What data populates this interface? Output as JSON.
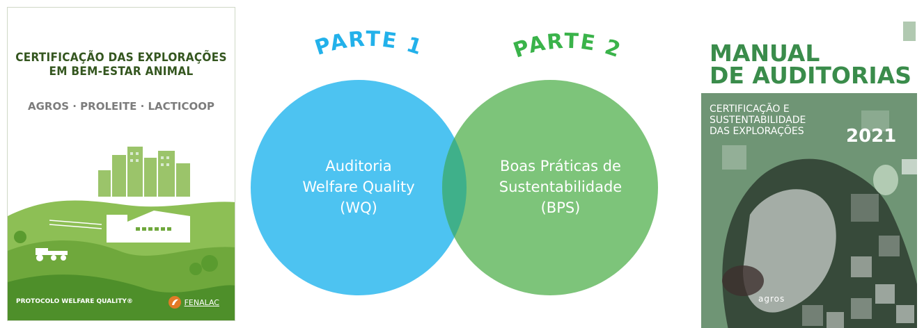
{
  "left_cover": {
    "title_line1": "CERTIFICAÇÃO DAS EXPLORAÇÕES",
    "title_line2": "EM BEM-ESTAR ANIMAL",
    "subtitle": "AGROS · PROLEITE · LACTICOOP",
    "footer": "PROTOCOLO WELFARE QUALITY®",
    "partner_logo_text": "FENALAC",
    "colors": {
      "title": "#34561f",
      "subtitle": "#7c7c7c",
      "hills": "#6fa83c"
    }
  },
  "venn": {
    "part1": {
      "heading": "PARTE 1",
      "line1": "Auditoria",
      "line2": "Welfare Quality",
      "line3": "(WQ)",
      "color": "#4dc3f1"
    },
    "part2": {
      "heading": "PARTE 2",
      "line1": "Boas Práticas de",
      "line2": "Sustentabilidade",
      "line3": "(BPS)",
      "color": "#7dc47a"
    },
    "overlap_color": "#3fb08a"
  },
  "right_cover": {
    "title_line1": "MANUAL",
    "title_line2": "DE AUDITORIAS",
    "subtitle_line1": "CERTIFICAÇÃO E",
    "subtitle_line2": "SUSTENTABILIDADE",
    "subtitle_line3": "DAS EXPLORAÇÕES",
    "year": "2021",
    "logo_text": "agros",
    "colors": {
      "title": "#3a8c4b",
      "background": "#6f9575"
    }
  }
}
